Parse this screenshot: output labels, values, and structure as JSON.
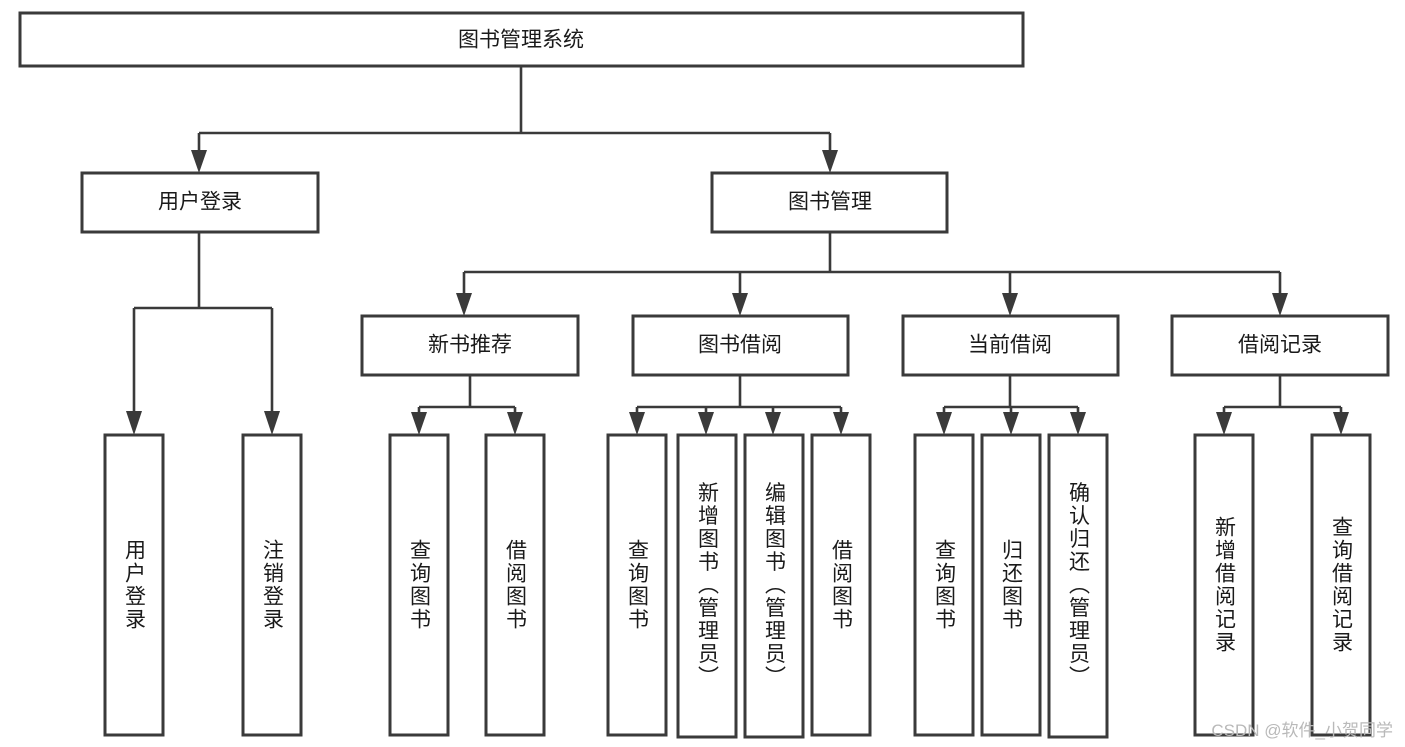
{
  "diagram": {
    "title": "图书管理系统",
    "type": "tree-hierarchy-flowchart",
    "colors": {
      "box_stroke": "#3a3a3a",
      "box_fill": "#ffffff",
      "connector": "#3a3a3a",
      "text": "#1a1a1a",
      "watermark": "#b9b9b9",
      "background": "#ffffff"
    },
    "root": {
      "label": "图书管理系统"
    },
    "level2": [
      {
        "label": "用户登录"
      },
      {
        "label": "图书管理"
      }
    ],
    "level3": [
      {
        "label": "新书推荐"
      },
      {
        "label": "图书借阅"
      },
      {
        "label": "当前借阅"
      },
      {
        "label": "借阅记录"
      }
    ],
    "leaves": {
      "user_login": [
        {
          "label": "用户登录"
        },
        {
          "label": "注销登录"
        }
      ],
      "new_book_recommend": [
        {
          "label": "查询图书"
        },
        {
          "label": "借阅图书"
        }
      ],
      "book_borrow": [
        {
          "label": "查询图书"
        },
        {
          "label": "新增图书（管理员）"
        },
        {
          "label": "编辑图书（管理员）"
        },
        {
          "label": "借阅图书"
        }
      ],
      "current_borrow": [
        {
          "label": "查询图书"
        },
        {
          "label": "归还图书"
        },
        {
          "label": "确认归还（管理员）"
        }
      ],
      "borrow_record": [
        {
          "label": "新增借阅记录"
        },
        {
          "label": "查询借阅记录"
        }
      ]
    },
    "watermark": "CSDN @软件_小贺同学"
  }
}
